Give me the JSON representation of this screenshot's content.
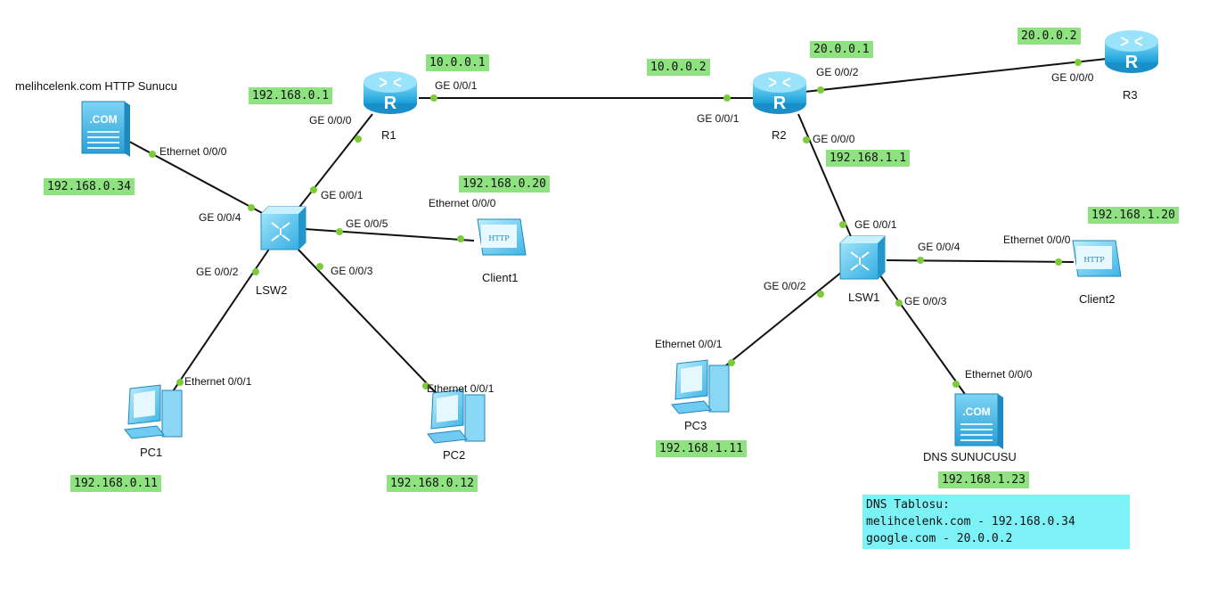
{
  "colors": {
    "ip_label_bg": "#8ee27f",
    "note_bg": "#7df2f6",
    "link": "#111111",
    "port_dot": "#7ccc3a",
    "device_blue": "#2fb6ee"
  },
  "devices": {
    "r1": {
      "name": "R1",
      "icon": "router-icon"
    },
    "r2": {
      "name": "R2",
      "icon": "router-icon"
    },
    "r3": {
      "name": "R3",
      "icon": "router-icon"
    },
    "lsw1": {
      "name": "LSW1",
      "icon": "switch-icon"
    },
    "lsw2": {
      "name": "LSW2",
      "icon": "switch-icon"
    },
    "client1": {
      "name": "Client1",
      "icon": "http-client-icon"
    },
    "client2": {
      "name": "Client2",
      "icon": "http-client-icon"
    },
    "pc1": {
      "name": "PC1",
      "icon": "pc-icon"
    },
    "pc2": {
      "name": "PC2",
      "icon": "pc-icon"
    },
    "pc3": {
      "name": "PC3",
      "icon": "pc-icon"
    },
    "http_server": {
      "name": "melihcelenk.com HTTP Sunucu",
      "icon": "server-icon",
      "badge": ".COM"
    },
    "dns_server": {
      "name": "DNS SUNUCUSU",
      "icon": "server-icon",
      "badge": ".COM"
    }
  },
  "ips": {
    "r1_ge001": "10.0.0.1",
    "r2_ge001": "10.0.0.2",
    "r2_ge002": "20.0.0.1",
    "r3": "20.0.0.2",
    "r1_ge000": "192.168.0.1",
    "r2_ge000": "192.168.1.1",
    "http_server": "192.168.0.34",
    "client1": "192.168.0.20",
    "client2": "192.168.1.20",
    "pc1": "192.168.0.11",
    "pc2": "192.168.0.12",
    "pc3": "192.168.1.11",
    "dns_server": "192.168.1.23"
  },
  "ports": {
    "r1_ge001": "GE 0/0/1",
    "r1_ge000": "GE 0/0/0",
    "r2_ge001": "GE 0/0/1",
    "r2_ge002": "GE 0/0/2",
    "r2_ge000": "GE 0/0/0",
    "r3_ge000": "GE 0/0/0",
    "lsw2_ge001": "GE 0/0/1",
    "lsw2_ge004": "GE 0/0/4",
    "lsw2_ge005": "GE 0/0/5",
    "lsw2_ge002": "GE 0/0/2",
    "lsw2_ge003": "GE 0/0/3",
    "lsw1_ge001": "GE 0/0/1",
    "lsw1_ge004": "GE 0/0/4",
    "lsw1_ge002": "GE 0/0/2",
    "lsw1_ge003": "GE 0/0/3",
    "http_eth": "Ethernet 0/0/0",
    "client1_eth": "Ethernet 0/0/0",
    "client2_eth": "Ethernet 0/0/0",
    "pc1_eth": "Ethernet 0/0/1",
    "pc2_eth": "Ethernet 0/0/1",
    "pc3_eth": "Ethernet 0/0/1",
    "dns_eth": "Ethernet 0/0/0"
  },
  "dns_table": {
    "title": "DNS Tablosu:",
    "rows": [
      "melihcelenk.com - 192.168.0.34",
      "google.com - 20.0.0.2"
    ]
  }
}
